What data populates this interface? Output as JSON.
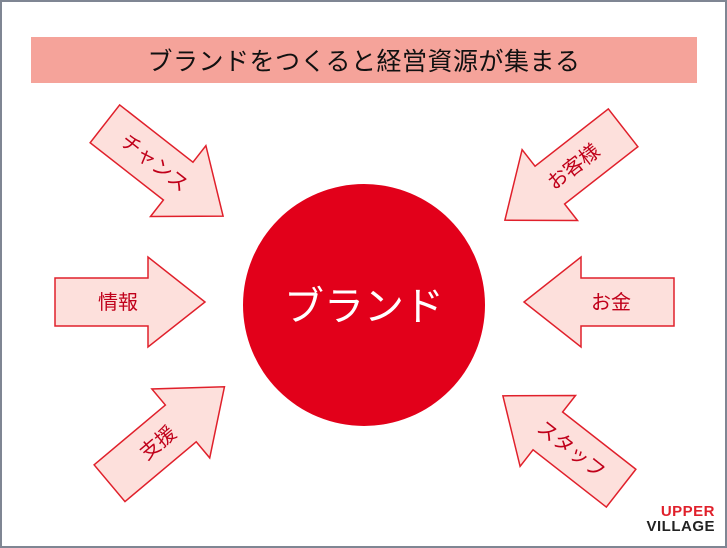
{
  "title": "ブランドをつくると経営資源が集まる",
  "center": {
    "label": "ブランド",
    "color": "#e2001a"
  },
  "arrow_style": {
    "fill": "#fde0dc",
    "stroke": "#e0202b",
    "text_color": "#c0001a"
  },
  "arrows": [
    {
      "id": "chance",
      "label": "チャンス"
    },
    {
      "id": "info",
      "label": "情報"
    },
    {
      "id": "support",
      "label": "支援"
    },
    {
      "id": "customer",
      "label": "お客様"
    },
    {
      "id": "money",
      "label": "お金"
    },
    {
      "id": "staff",
      "label": "スタッフ"
    }
  ],
  "logo": {
    "line1": "UPPER",
    "line2": "VILLAGE"
  }
}
